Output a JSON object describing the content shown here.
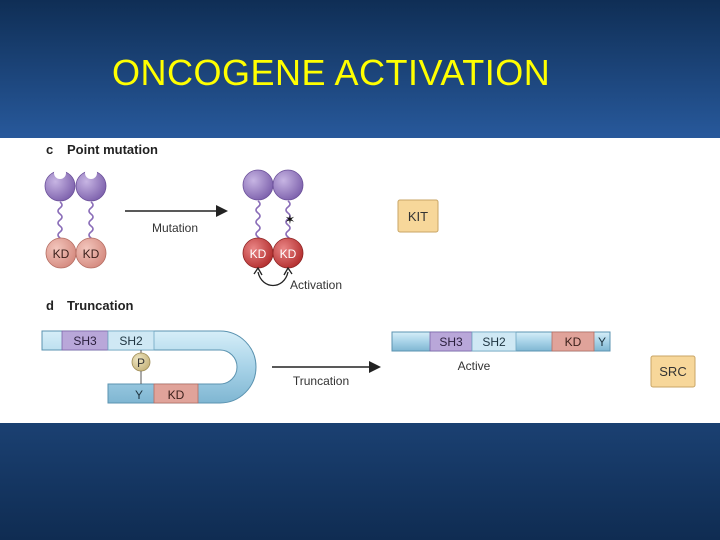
{
  "slide": {
    "title": "ONCOGENE ACTIVATION"
  },
  "panel_c": {
    "letter": "c",
    "heading": "Point mutation",
    "kd_label": "KD",
    "arrow_label": "Mutation",
    "activation_label": "Activation",
    "mutation_mark": "✶",
    "gene_box": "KIT"
  },
  "panel_d": {
    "letter": "d",
    "heading": "Truncation",
    "sh3_label": "SH3",
    "sh2_label": "SH2",
    "p_label": "P",
    "y_label": "Y",
    "kd_label": "KD",
    "arrow_label": "Truncation",
    "active_label": "Active",
    "gene_box": "SRC"
  },
  "colors": {
    "title": "#ffff00",
    "kd_domain": "#e0a39a",
    "kd_active": "#c94848",
    "ligand": "#9b82c2",
    "bar": "#a8d3e8",
    "gene_box": "#f7d79a"
  }
}
